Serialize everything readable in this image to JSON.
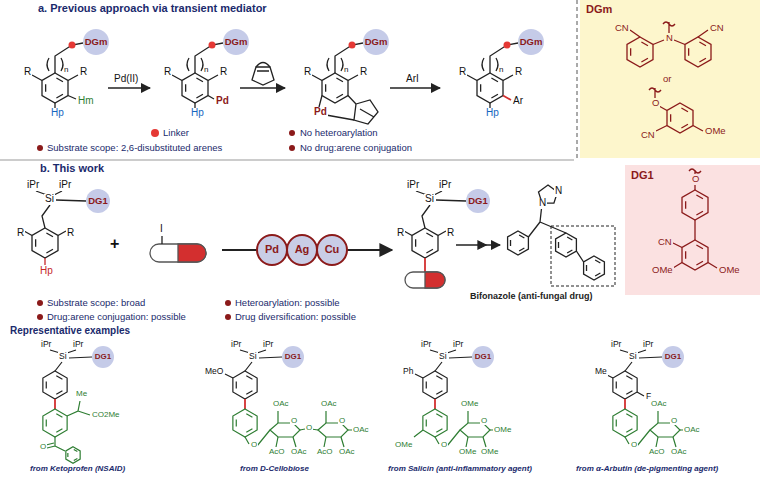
{
  "diagram": {
    "nodes": [
      {
        "text": [
          "DGm",
          "CN",
          "N",
          "CN",
          "or",
          "O",
          "OMe",
          "CN"
        ]
      },
      {
        "text": [
          "Pd"
        ]
      },
      {
        "text": [
          "Ag"
        ]
      },
      {
        "text": [
          "Cu"
        ]
      },
      {
        "text": [
          "DG1",
          "O",
          "CN",
          "OMe",
          "OMe"
        ]
      }
    ],
    "labels": [
      "a. Previous approach via transient mediator",
      "R",
      "n",
      "DGm",
      "R",
      "Hm",
      "Hp",
      "Pd(II)",
      "R",
      "n",
      "DGm",
      "R",
      "Pd",
      "Hp",
      "R",
      "n",
      "DGm",
      "R",
      "Pd",
      "ArI",
      "R",
      "n",
      "DGm",
      "R",
      "Ar",
      "Hp",
      "Substrate scope: 2,6-disubstituted arenes",
      "No heteroarylation",
      "No drug:arene conjugation",
      "b. This work",
      "iPr",
      "iPr",
      "Si",
      "DG1",
      "R",
      "R",
      "Hp",
      "+",
      "I",
      "iPr",
      "iPr",
      "Si",
      "DG1",
      "R",
      "R",
      "N",
      "N",
      "Bifonazole (anti-fungal drug)",
      "Substrate scope: broad",
      "Heteroarylation: possible",
      "Drug:arene conjugation: possible",
      "Drug diversification: possible",
      "Representative examples",
      "iPr",
      "iPr",
      "Si",
      "DG1",
      "Me",
      "CO2Me",
      "O",
      "from Ketoprofen (NSAID)",
      "iPr",
      "iPr",
      "Si",
      "DG1",
      "MeO",
      "O",
      "OAc",
      "O",
      "O",
      "OAc",
      "O",
      "OAc",
      "AcO",
      "OAc",
      "AcO",
      "OAc",
      "from D-Cellobiose",
      "iPr",
      "iPr",
      "Si",
      "DG1",
      "Ph",
      "OMe",
      "O",
      "O",
      "OMe",
      "OMe",
      "OMe",
      "OMe",
      "from Salicin (anti-inflammatory agent)",
      "iPr",
      "iPr",
      "Si",
      "DG1",
      "Me",
      "F",
      "O",
      "O",
      "OAc",
      "OAc",
      "AcO",
      "OAc",
      "from α-Arbutin (de-pigmenting agent)"
    ],
    "legend": [
      {
        "text": "Linker",
        "color": "#e53935"
      }
    ]
  }
}
